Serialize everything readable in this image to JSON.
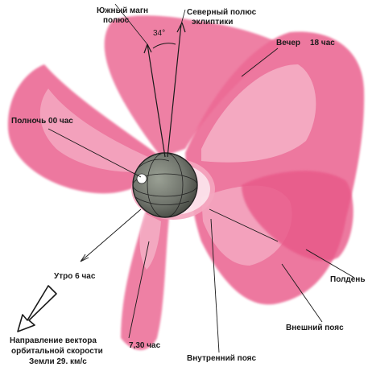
{
  "labels": {
    "south_mag_pole_l1": "Южный магн",
    "south_mag_pole_l2": "полюс",
    "angle": "34°",
    "north_ecliptic_pole_l1": "Северный полюс",
    "north_ecliptic_pole_l2": "эклиптики",
    "evening": "Вечер",
    "evening_hour": "18 час",
    "midnight": "Полночь 00 час",
    "morning": "Утро 6 час",
    "noon": "Полдень",
    "outer_belt": "Внешний пояс",
    "inner_belt": "Внутренний пояс",
    "time_730": "7,30 час",
    "orbit_vector_l1": "Направление вектора",
    "orbit_vector_l2": "орбитальной скорости",
    "orbit_vector_l3": "Земли 29. км/с"
  },
  "colors": {
    "belt_pink": "#ec6b95",
    "belt_light": "#f4a6bf",
    "earth": "#6f736b",
    "earth_dark": "#2a2a2a",
    "ink": "#1a1a1a"
  }
}
